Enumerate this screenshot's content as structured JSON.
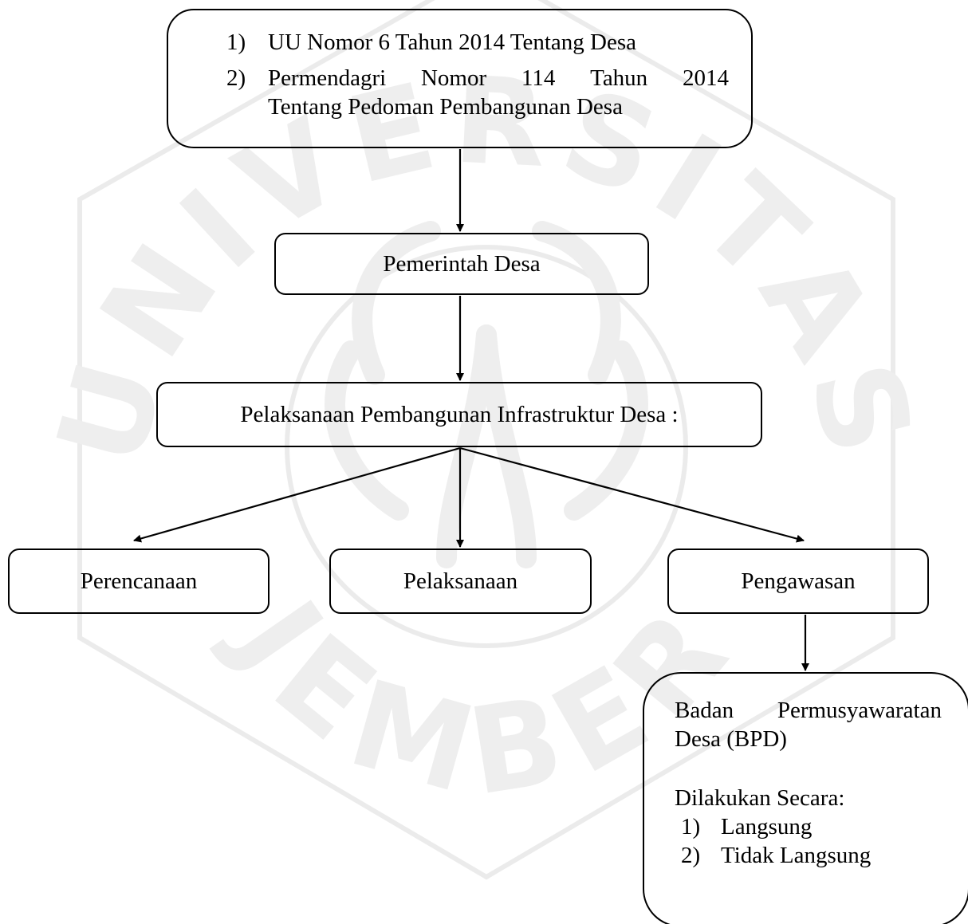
{
  "diagram": {
    "law_box": {
      "items": [
        {
          "number": "1)",
          "text": "UU Nomor 6 Tahun 2014 Tentang Desa"
        },
        {
          "number": "2)",
          "line1_words": [
            "Permendagri",
            "Nomor",
            "114",
            "Tahun",
            "2014"
          ],
          "line2": "Tentang Pedoman Pembangunan Desa"
        }
      ]
    },
    "pemerintah_desa": "Pemerintah Desa",
    "pelaksanaan_infrastruktur": "Pelaksanaan Pembangunan Infrastruktur Desa :",
    "stages": {
      "perencanaan": "Perencanaan",
      "pelaksanaan": "Pelaksanaan",
      "pengawasan": "Pengawasan"
    },
    "bpd_box": {
      "line1_words": [
        "Badan",
        "Permusyawaratan"
      ],
      "line2": "Desa (BPD)",
      "method_label": "Dilakukan Secara:",
      "methods": [
        {
          "number": "1)",
          "text": "Langsung"
        },
        {
          "number": "2)",
          "text": "Tidak Langsung"
        }
      ]
    }
  },
  "watermark": {
    "arc_top": "UNIVERSITAS",
    "arc_bottom": "JEMBER",
    "color": "#7a7a7a"
  },
  "colors": {
    "line": "#000000",
    "text": "#000000",
    "background": "#ffffff"
  }
}
